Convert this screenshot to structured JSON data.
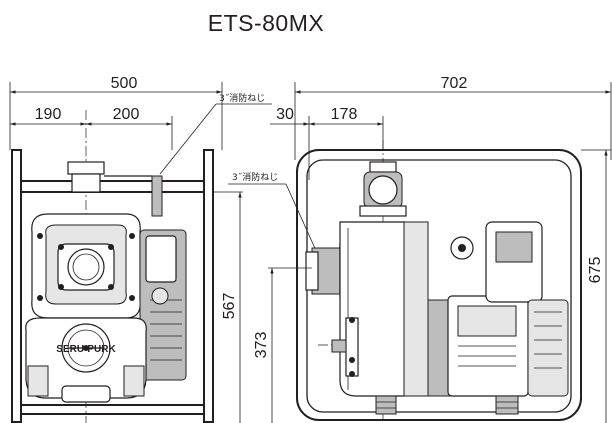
{
  "title": "ETS-80MX",
  "front_view": {
    "overall_width": "500",
    "left_to_center": "190",
    "center_to_right": "200",
    "height": "567",
    "logo_text": "SERU-PURK"
  },
  "side_view": {
    "overall_depth": "702",
    "offset": "30",
    "outlet_offset": "178",
    "overall_height": "675",
    "outlet_height": "373"
  },
  "notes": {
    "discharge_label": "3˝消防ねじ",
    "suction_label": "3˝消防ねじ"
  }
}
